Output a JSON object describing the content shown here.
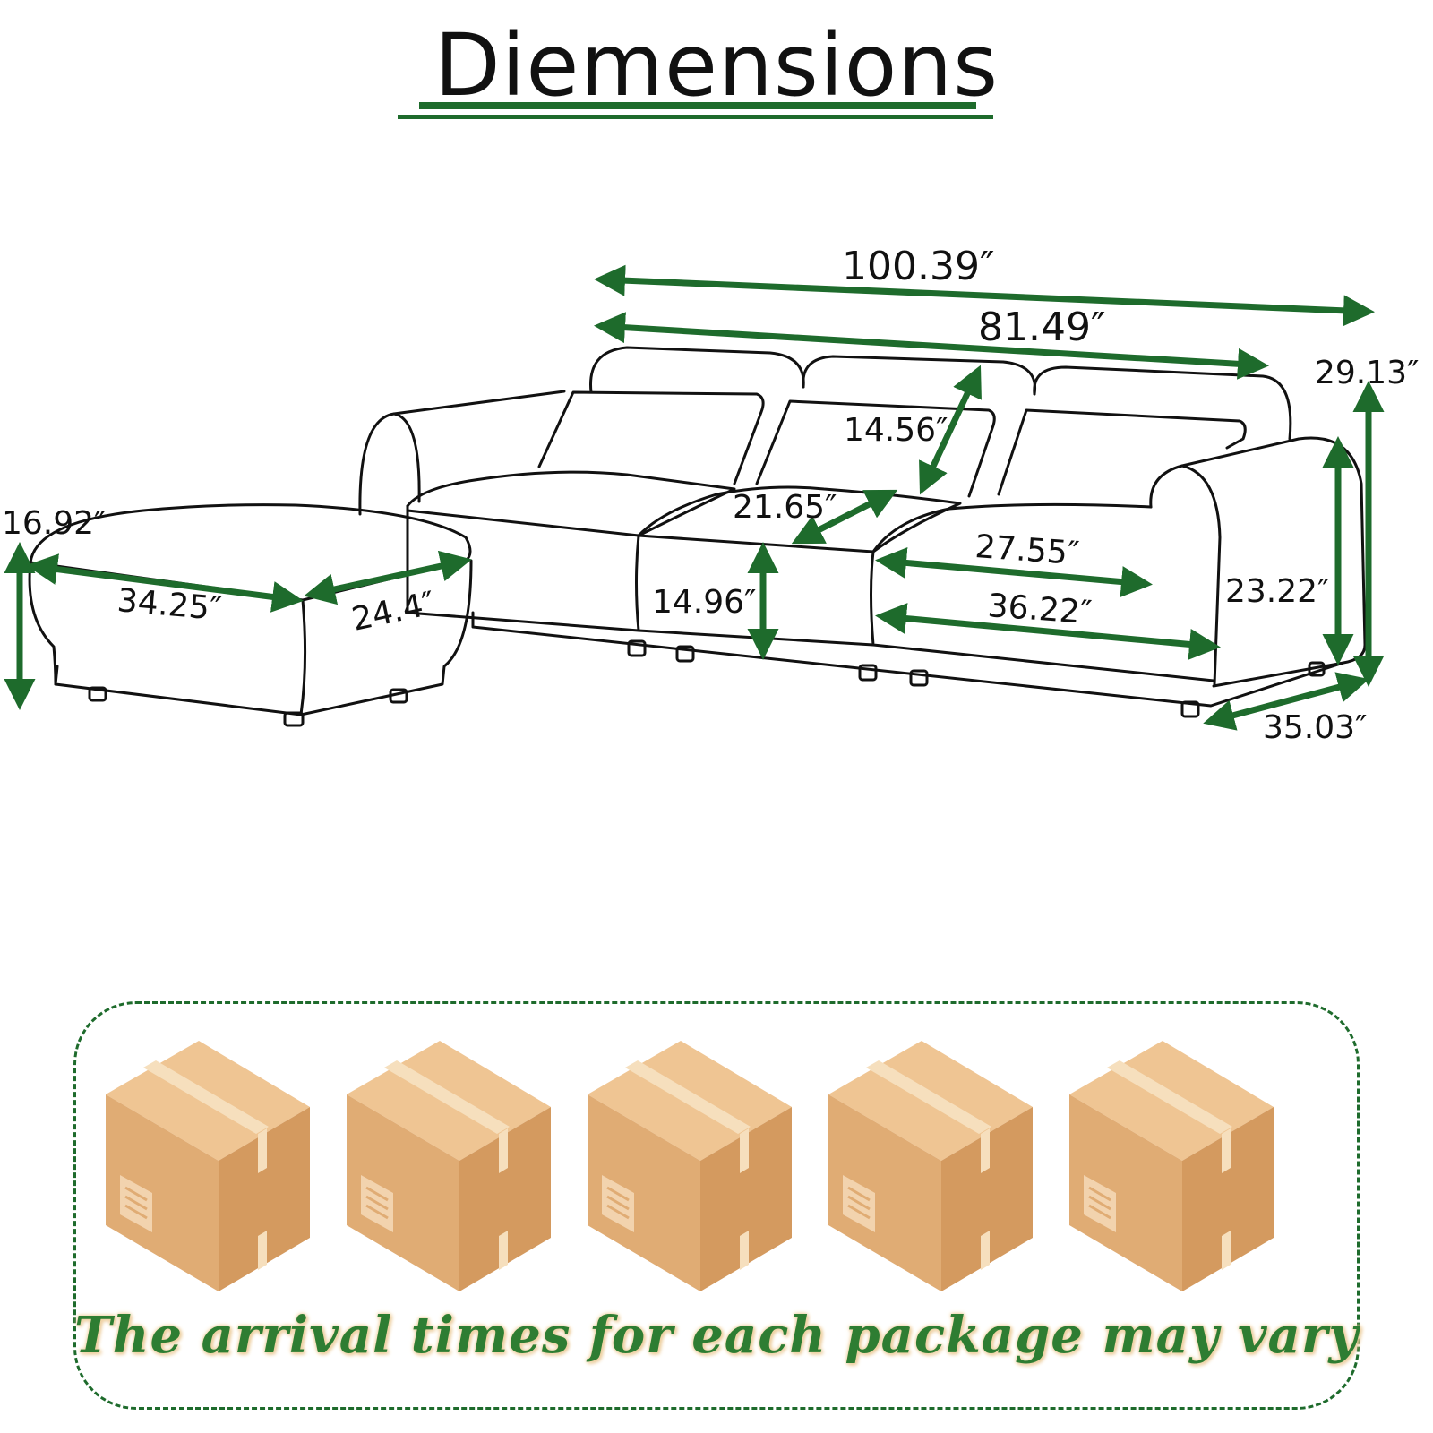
{
  "title": "Diemensions",
  "colors": {
    "accent": "#1e6b2c",
    "box_light": "#efc593",
    "box_mid": "#e0ac74",
    "box_dark": "#d49a5f"
  },
  "dimensions": {
    "overall_width": "100.39″",
    "seat_width_total": "81.49″",
    "overall_height": "29.13″",
    "backrest_height": "14.56″",
    "seat_depth": "21.65″",
    "seat_height": "14.96″",
    "arm_seat_width": "27.55″",
    "arm_section_width": "36.22″",
    "arm_height": "23.22″",
    "overall_depth": "35.03″",
    "ottoman_height": "16.92″",
    "ottoman_length": "34.25″",
    "ottoman_width": "24.4″"
  },
  "packages": {
    "count": 5
  },
  "note": "The arrival times for each package may vary"
}
